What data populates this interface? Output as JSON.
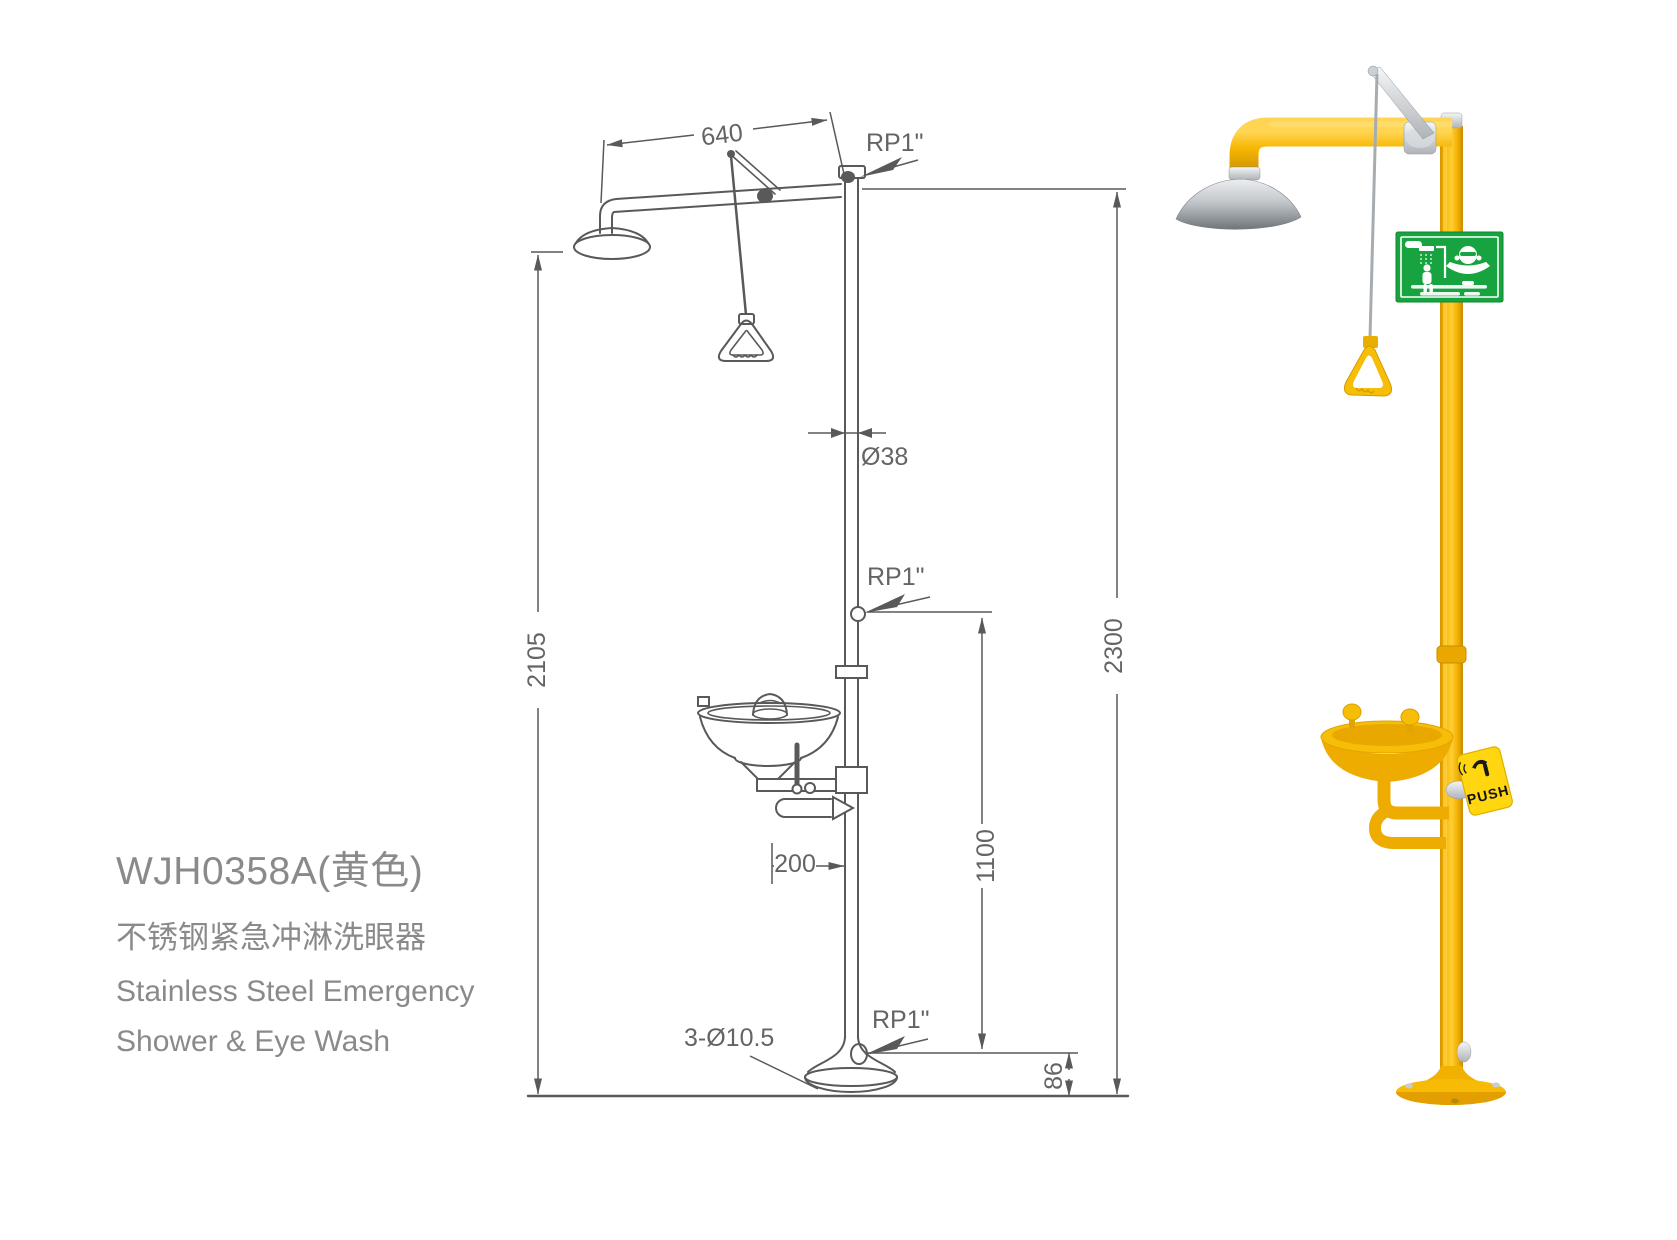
{
  "title_block": {
    "model": "WJH0358A(黄色)",
    "name_cn": "不锈钢紧急冲淋洗眼器",
    "name_en_line1": "Stainless Steel Emergency",
    "name_en_line2": "Shower & Eye Wash"
  },
  "drawing": {
    "dim_width_top": "640",
    "thread_top": "RP1\"",
    "pipe_diameter": "Ø38",
    "thread_mid": "RP1\"",
    "height_shower": "2105",
    "height_total": "2300",
    "height_eyewash_inlet": "1100",
    "dim_bowl_offset": "200",
    "base_holes": "3-Ø10.5",
    "thread_bottom": "RP1\"",
    "inlet_height": "86"
  },
  "product": {
    "push_label": "PUSH",
    "colors": {
      "body_yellow": "#F5B300",
      "sign_green": "#17A440",
      "stainless": "#C4C8CC",
      "push_plate": "#FFD60F"
    }
  }
}
